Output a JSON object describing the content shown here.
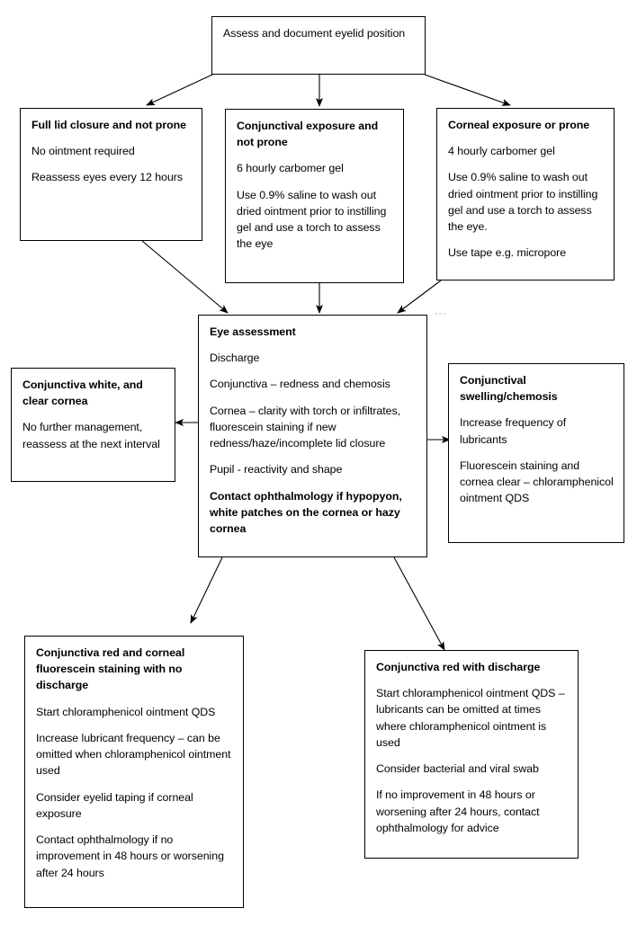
{
  "diagram": {
    "title": "Eye care assessment and management flowchart",
    "stroke_color": "#000000",
    "background_color": "#ffffff",
    "artifact_mark": "---"
  },
  "nodes": {
    "assess": {
      "name": "Assess and document eyelid position",
      "lines": [
        {
          "text": "Assess and document eyelid position",
          "bold": false
        }
      ]
    },
    "full_lid": {
      "name": "Full lid closure and not prone",
      "lines": [
        {
          "text": "Full lid closure and not prone",
          "bold": true
        },
        {
          "text": "No ointment required",
          "bold": false
        },
        {
          "text": "Reassess eyes every 12 hours",
          "bold": false
        }
      ]
    },
    "conjunctival_exposure": {
      "name": "Conjunctival exposure and not prone",
      "lines": [
        {
          "text": "Conjunctival exposure and not prone",
          "bold": true
        },
        {
          "text": "6 hourly carbomer gel",
          "bold": false
        },
        {
          "text": "Use 0.9% saline to wash out dried ointment prior to instilling gel and use a torch to assess the eye",
          "bold": false
        }
      ]
    },
    "corneal_exposure": {
      "name": "Corneal exposure or prone",
      "lines": [
        {
          "text": "Corneal exposure or prone",
          "bold": true
        },
        {
          "text": "4 hourly carbomer gel",
          "bold": false
        },
        {
          "text": "Use 0.9% saline to wash out dried ointment prior to instilling gel and use a torch to assess the eye.",
          "bold": false
        },
        {
          "text": "Use tape e.g. micropore",
          "bold": false
        }
      ]
    },
    "eye_assessment": {
      "name": "Eye assessment",
      "lines": [
        {
          "text": "Eye assessment",
          "bold": true
        },
        {
          "text": "Discharge",
          "bold": false
        },
        {
          "text": "Conjunctiva – redness and chemosis",
          "bold": false
        },
        {
          "text": "Cornea – clarity with torch or infiltrates, fluorescein staining if new redness/haze/incomplete lid closure",
          "bold": false
        },
        {
          "text": "Pupil - reactivity and shape",
          "bold": false
        },
        {
          "text": "Contact ophthalmology if hypopyon, white patches on the cornea or hazy cornea",
          "bold": true
        }
      ]
    },
    "conjunctiva_white": {
      "name": "Conjunctiva white, and clear cornea",
      "lines": [
        {
          "text": "Conjunctiva white, and clear cornea",
          "bold": true
        },
        {
          "text": "No further management, reassess at the next interval",
          "bold": false
        }
      ]
    },
    "conjunctival_swelling": {
      "name": "Conjunctival swelling/chemosis",
      "lines": [
        {
          "text": "Conjunctival swelling/chemosis",
          "bold": true
        },
        {
          "text": "Increase frequency of lubricants",
          "bold": false
        },
        {
          "text": "Fluorescein staining and cornea clear – chloramphenicol ointment QDS",
          "bold": false
        }
      ]
    },
    "conjunctiva_red_no_discharge": {
      "name": "Conjunctiva red and corneal fluorescein staining with no discharge",
      "lines": [
        {
          "text": "Conjunctiva red and corneal fluorescein staining with no discharge",
          "bold": true
        },
        {
          "text": "Start chloramphenicol ointment QDS",
          "bold": false
        },
        {
          "text": "Increase lubricant frequency – can be omitted when chloramphenicol ointment used",
          "bold": false
        },
        {
          "text": "Consider eyelid taping if corneal exposure",
          "bold": false
        },
        {
          "text": "Contact ophthalmology if no improvement in 48 hours or worsening after 24 hours",
          "bold": false
        }
      ]
    },
    "conjunctiva_red_with_discharge": {
      "name": "Conjunctiva red with discharge",
      "lines": [
        {
          "text": "Conjunctiva red with discharge",
          "bold": true
        },
        {
          "text": "Start chloramphenicol ointment QDS – lubricants can be omitted at times where chloramphenicol ointment is used",
          "bold": false
        },
        {
          "text": "Consider bacterial and viral swab",
          "bold": false
        },
        {
          "text": "If no improvement in 48 hours or worsening after 24 hours, contact ophthalmology for advice",
          "bold": false
        }
      ]
    }
  },
  "edges": [
    {
      "from": "assess",
      "to": "full_lid"
    },
    {
      "from": "assess",
      "to": "conjunctival_exposure"
    },
    {
      "from": "assess",
      "to": "corneal_exposure"
    },
    {
      "from": "full_lid",
      "to": "eye_assessment"
    },
    {
      "from": "conjunctival_exposure",
      "to": "eye_assessment"
    },
    {
      "from": "corneal_exposure",
      "to": "eye_assessment"
    },
    {
      "from": "eye_assessment",
      "to": "conjunctiva_white"
    },
    {
      "from": "eye_assessment",
      "to": "conjunctival_swelling"
    },
    {
      "from": "eye_assessment",
      "to": "conjunctiva_red_no_discharge"
    },
    {
      "from": "eye_assessment",
      "to": "conjunctiva_red_with_discharge"
    }
  ]
}
